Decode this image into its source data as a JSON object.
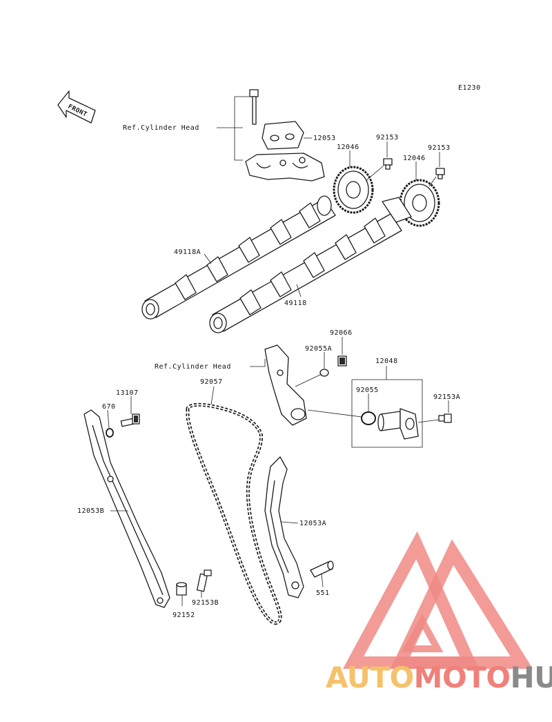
{
  "diagram_code": "E1230",
  "front_label": "FRONT",
  "labels": {
    "ref_head_top": "Ref.Cylinder Head",
    "ref_head_mid": "Ref.Cylinder Head",
    "p12053": "12053",
    "p12046_a": "12046",
    "p92153_a": "92153",
    "p12046_b": "12046",
    "p92153_b": "92153",
    "p49118A": "49118A",
    "p49118": "49118",
    "p92066": "92066",
    "p92055A": "92055A",
    "p12048": "12048",
    "p92055": "92055",
    "p92153A": "92153A",
    "p92057": "92057",
    "p13107": "13107",
    "p670": "670",
    "p12053B": "12053B",
    "p12053A": "12053A",
    "p551": "551",
    "p92153B": "92153B",
    "p92152": "92152"
  },
  "watermark": {
    "part1": "AUTO",
    "part2": "MOTO",
    "part3": "HUB",
    "color1": "#f5c16b",
    "color2": "#f0807a",
    "color3": "#8a8a8a",
    "logo_color": "#f08a85"
  }
}
